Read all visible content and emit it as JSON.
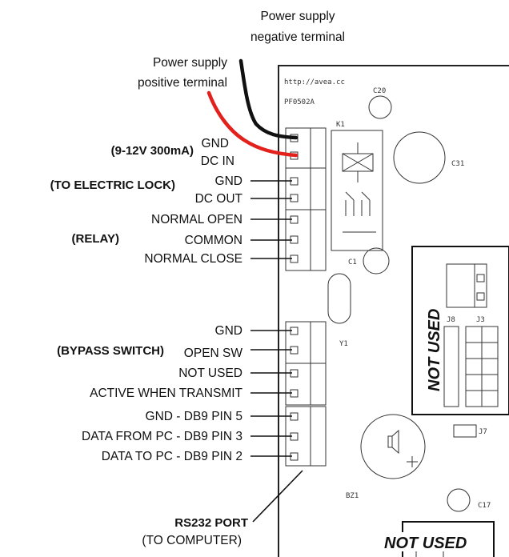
{
  "callouts": {
    "negative": [
      "Power supply",
      "negative terminal"
    ],
    "positive": [
      "Power supply",
      "positive terminal"
    ]
  },
  "pcb": {
    "url": "http://avea.cc",
    "part": "PF0502A",
    "refs": {
      "c20": "C20",
      "k1": "K1",
      "c31": "C31",
      "c1": "C1",
      "y1": "Y1",
      "j8": "J8",
      "j3": "J3",
      "j7": "J7",
      "bz1": "BZ1",
      "c17": "C17"
    }
  },
  "groups": {
    "power": "(9-12V 300mA)",
    "lock": "(TO ELECTRIC LOCK)",
    "relay": "(RELAY)",
    "bypass": "(BYPASS SWITCH)"
  },
  "pins": {
    "p1": "GND",
    "p2": "DC IN",
    "p3": "GND",
    "p4": "DC OUT",
    "p5": "NORMAL OPEN",
    "p6": "COMMON",
    "p7": "NORMAL CLOSE",
    "p8": "GND",
    "p9": "OPEN SW",
    "p10": "NOT USED",
    "p11": "ACTIVE WHEN TRANSMIT",
    "p12": "GND - DB9 PIN 5",
    "p13": "DATA FROM PC - DB9 PIN 3",
    "p14": "DATA TO PC - DB9 PIN 2"
  },
  "rs232": {
    "title": "RS232 PORT",
    "subtitle": "(TO COMPUTER)"
  },
  "not_used": {
    "side": "NOT USED",
    "bottom": "NOT USED"
  },
  "colors": {
    "positive_wire": "#e3211c",
    "negative_wire": "#111111"
  }
}
